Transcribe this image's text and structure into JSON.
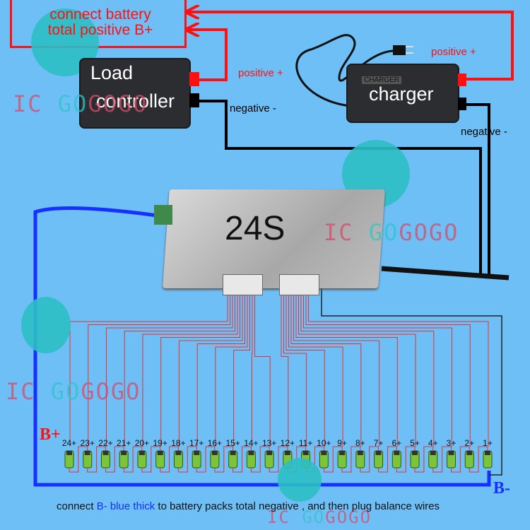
{
  "top_note": {
    "line1": "connect battery",
    "line2": "total positive B+"
  },
  "load_controller": {
    "line1": "Load",
    "line2": "controller"
  },
  "charger": {
    "label": "charger",
    "brand": "CHARGER"
  },
  "wire_labels": {
    "controller_positive": "positive +",
    "controller_negative": "negative -",
    "charger_positive": "positive +",
    "charger_negative": "negative -"
  },
  "bms": {
    "label": "24S"
  },
  "cell_labels": [
    "24+",
    "23+",
    "22+",
    "21+",
    "20+",
    "19+",
    "18+",
    "17+",
    "16+",
    "15+",
    "14+",
    "13+",
    "12+",
    "11+",
    "10+",
    "9+",
    "8+",
    "7+",
    "6+",
    "5+",
    "4+",
    "3+",
    "2+",
    "1+"
  ],
  "b_plus": "B+",
  "b_minus": "B-",
  "footer": {
    "part1": "connect ",
    "part2": "B- blue thick",
    "part3": " to battery packs total negative , and then plug balance wires"
  },
  "watermark": {
    "a": "IC ",
    "b": "GO",
    "c": "GOGO"
  },
  "colors": {
    "background": "#6fbff7",
    "positive_wire": "#ff1010",
    "negative_wire": "#000000",
    "b_minus_wire": "#1530ff",
    "balance_wire": "#e83030"
  }
}
